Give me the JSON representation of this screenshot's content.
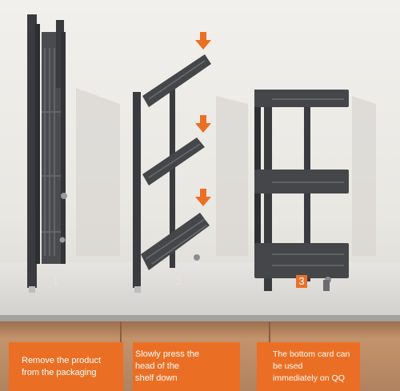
{
  "steps": [
    {
      "number": "1",
      "caption": "Remove the product\nfrom the packaging"
    },
    {
      "number": "2",
      "caption": "Slowly press the\nhead of the\nshelf down"
    },
    {
      "number": "3",
      "caption": "The bottom card can\nbe used\nimmediately on QQ"
    }
  ],
  "colors": {
    "accent": "#ea6f24",
    "rack_frame": "#3a3b3e",
    "countertop": "#dcdad6",
    "cabinet": "#b98a64"
  },
  "icons": [
    "down-arrow-icon"
  ]
}
